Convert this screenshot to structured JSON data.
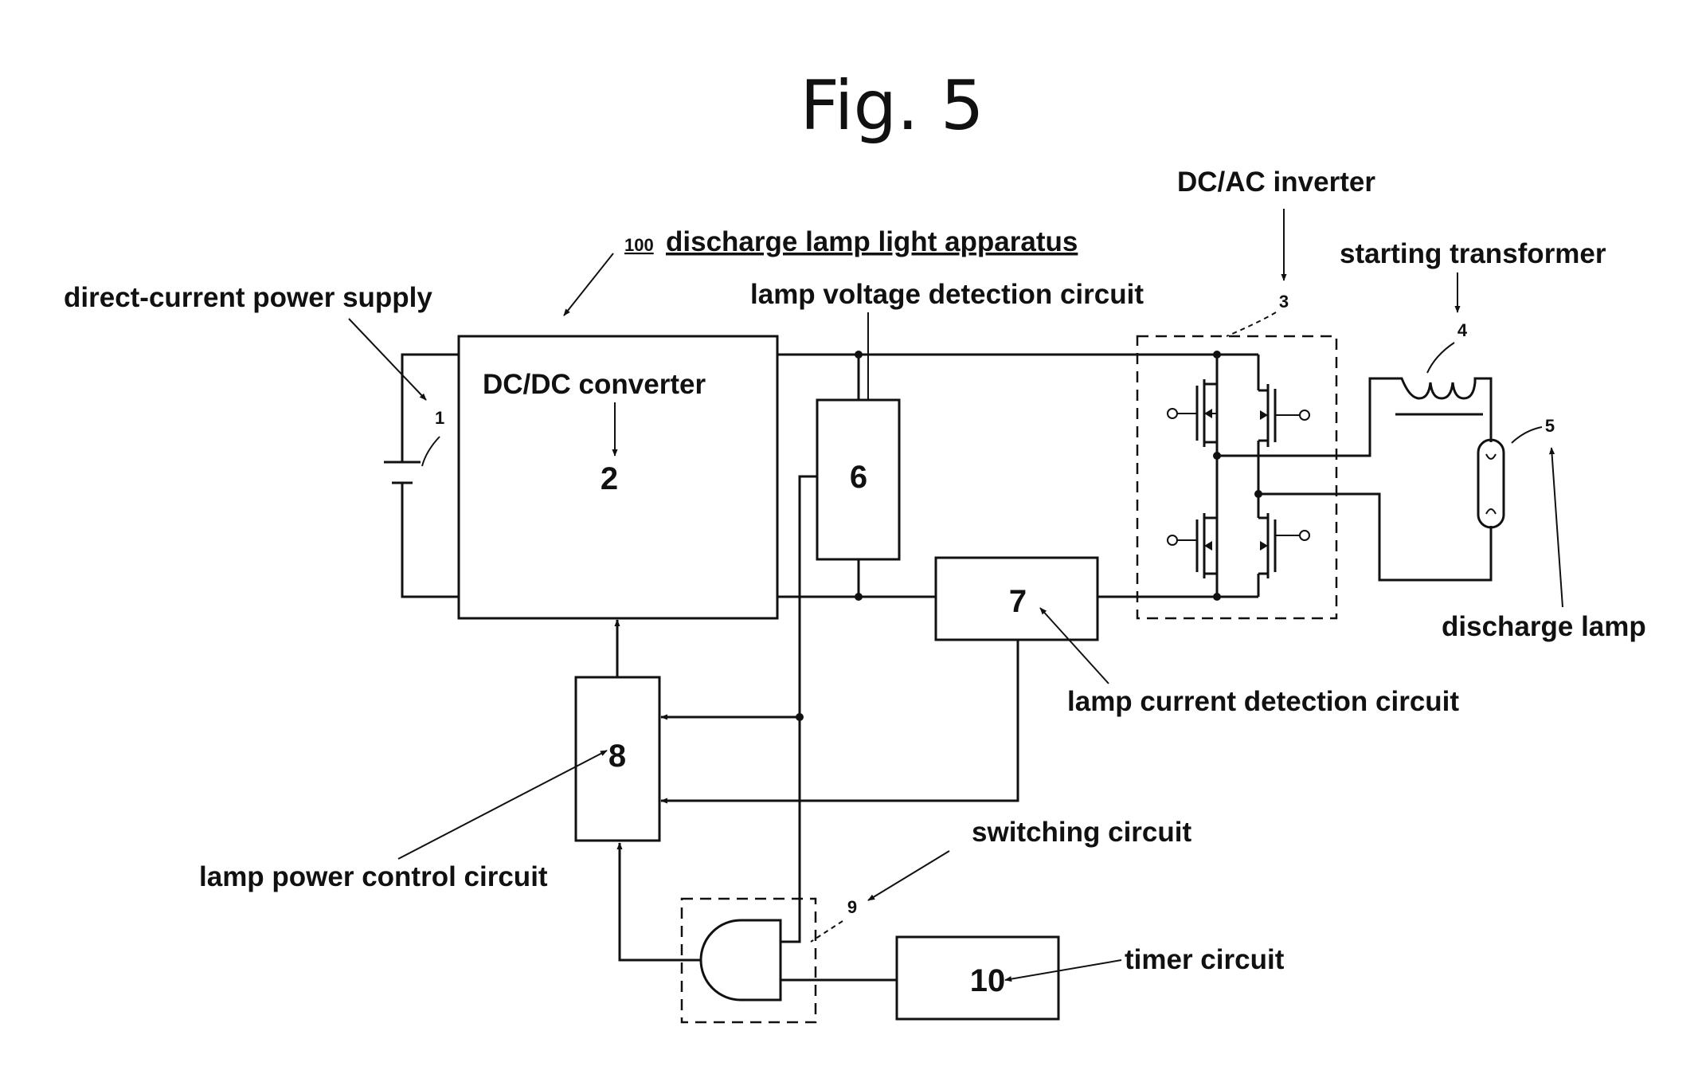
{
  "figure_title": "Fig. 5",
  "apparatus": {
    "ref": "100",
    "label": "discharge lamp light apparatus"
  },
  "labels": {
    "power_supply": "direct-current power supply",
    "dcdc": "DC/DC converter",
    "voltage_detect": "lamp voltage detection circuit",
    "inverter": "DC/AC inverter",
    "transformer": "starting transformer",
    "lamp": "discharge lamp",
    "current_detect": "lamp current detection circuit",
    "power_control": "lamp power control circuit",
    "switching": "switching circuit",
    "timer": "timer circuit"
  },
  "numbers": {
    "n1": "1",
    "n2": "2",
    "n3": "3",
    "n4": "4",
    "n5": "5",
    "n6": "6",
    "n7": "7",
    "n8": "8",
    "n9": "9",
    "n10": "10"
  }
}
